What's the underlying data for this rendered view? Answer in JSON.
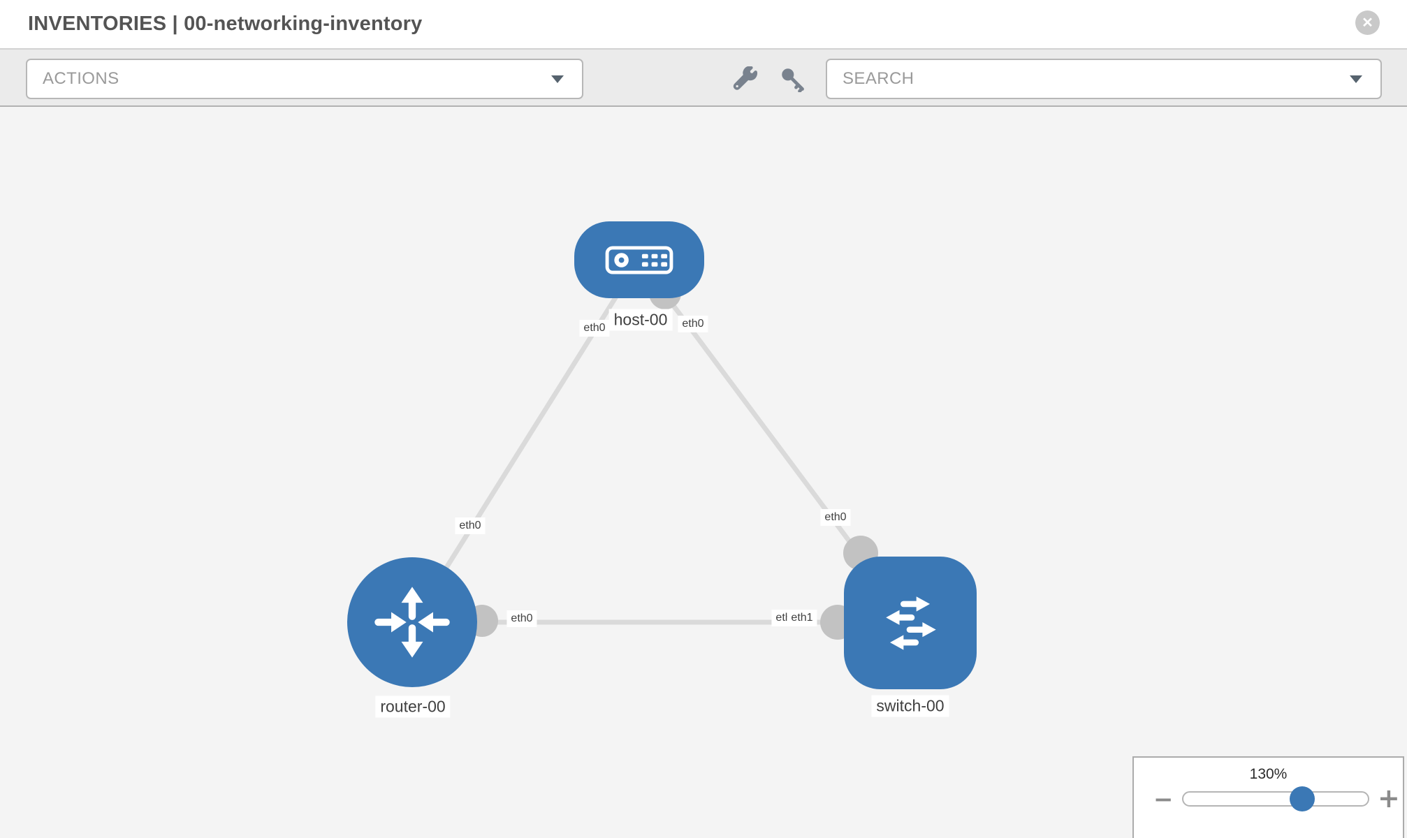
{
  "header": {
    "title": "INVENTORIES | 00-networking-inventory",
    "close_glyph": "✕"
  },
  "toolbar": {
    "actions_label": "ACTIONS",
    "search_label": "SEARCH"
  },
  "topology": {
    "nodes": {
      "host": {
        "label": "host-00",
        "type": "host"
      },
      "router": {
        "label": "router-00",
        "type": "router"
      },
      "switch": {
        "label": "switch-00",
        "type": "switch"
      }
    },
    "iface_labels": {
      "host_left": "eth0",
      "host_right": "eth0",
      "router_top": "eth0",
      "switch_top": "eth0",
      "router_right": "eth0",
      "switch_left_back": "eth1",
      "switch_left_front": "eth1"
    },
    "links": [
      {
        "from": "host-00",
        "to": "router-00",
        "from_iface": "eth0",
        "to_iface": "eth0"
      },
      {
        "from": "host-00",
        "to": "switch-00",
        "from_iface": "eth0",
        "to_iface": "eth0"
      },
      {
        "from": "router-00",
        "to": "switch-00",
        "from_iface": "eth0",
        "to_iface": "eth1"
      }
    ]
  },
  "zoom_control": {
    "level": "130%",
    "minus_glyph": "−",
    "plus_glyph": "+"
  },
  "colors": {
    "node_blue": "#3b78b5",
    "canvas_bg": "#f4f4f4",
    "toolbar_bg": "#ebebeb",
    "link_gray": "#dadada",
    "port_gray": "#c2c2c2",
    "muted_text": "#9a9a9a",
    "title_text": "#545454",
    "label_text": "#404040",
    "icon_slate": "#79828e",
    "control_border": "#b7b7b7"
  }
}
